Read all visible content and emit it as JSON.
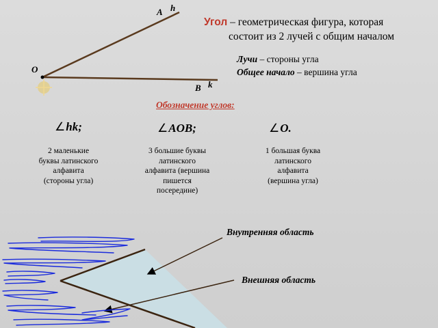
{
  "labels": {
    "A": "A",
    "h": "h",
    "O": "O",
    "B": "B",
    "k": "k"
  },
  "definition": {
    "keyword": "Угол",
    "rest_line1": " – геометрическая фигура, которая",
    "line2": "состоит из 2 лучей с общим началом"
  },
  "terms": {
    "rays_term": "Лучи",
    "rays_def": " – стороны угла",
    "origin_term": "Общее начало",
    "origin_def": " – вершина угла"
  },
  "notation_title": "Обозначение углов:",
  "notations": [
    {
      "symbol": "∠",
      "text": "hk;",
      "caption": [
        "2 маленькие",
        "буквы латинского",
        "алфавита",
        "(стороны угла)"
      ]
    },
    {
      "symbol": "∠",
      "text": "AOB;",
      "caption": [
        "3 большие буквы",
        "латинского",
        "алфавита (вершина",
        "пишется",
        "посередине)"
      ]
    },
    {
      "symbol": "∠",
      "text": "O.",
      "caption": [
        "1 большая буква",
        "латинского",
        "алфавита",
        "(вершина угла)"
      ]
    }
  ],
  "regions": {
    "inner": "Внутренняя область",
    "outer": "Внешняя область"
  },
  "colors": {
    "ray": "#5a3a1e",
    "accent": "#c0392b",
    "scribble": "#1a2bdc",
    "inner_fill": "#c9dfe6"
  }
}
